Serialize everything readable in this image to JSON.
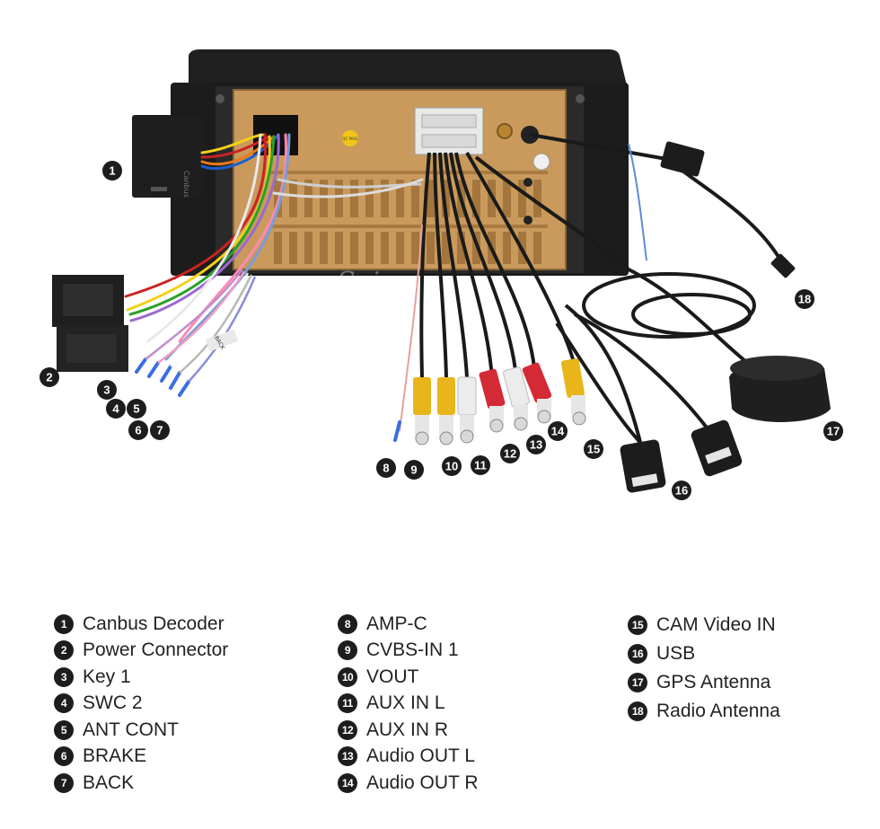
{
  "brand_watermark": "Seicane",
  "unit_labels": {
    "sticker": "QC PASS",
    "side_label": "Canbus"
  },
  "wire_tags": {
    "back": "BACK"
  },
  "callouts": [
    "1",
    "2",
    "3",
    "4",
    "5",
    "6",
    "7",
    "8",
    "9",
    "10",
    "11",
    "12",
    "13",
    "14",
    "15",
    "16",
    "17",
    "18"
  ],
  "legend": {
    "col1": [
      {
        "num": "1",
        "label": "Canbus Decoder"
      },
      {
        "num": "2",
        "label": "Power Connector"
      },
      {
        "num": "3",
        "label": "Key 1"
      },
      {
        "num": "4",
        "label": "SWC 2"
      },
      {
        "num": "5",
        "label": "ANT CONT"
      },
      {
        "num": "6",
        "label": "BRAKE"
      },
      {
        "num": "7",
        "label": "BACK"
      }
    ],
    "col2": [
      {
        "num": "8",
        "label": "AMP-C"
      },
      {
        "num": "9",
        "label": "CVBS-IN 1"
      },
      {
        "num": "10",
        "label": "VOUT"
      },
      {
        "num": "11",
        "label": "AUX IN L"
      },
      {
        "num": "12",
        "label": "AUX IN R"
      },
      {
        "num": "13",
        "label": "Audio OUT L"
      },
      {
        "num": "14",
        "label": "Audio OUT R"
      }
    ],
    "col3": [
      {
        "num": "15",
        "label": "CAM Video IN"
      },
      {
        "num": "16",
        "label": "USB"
      },
      {
        "num": "17",
        "label": "GPS Antenna"
      },
      {
        "num": "18",
        "label": "Radio Antenna"
      }
    ]
  },
  "colors": {
    "chassis": "#c99a5c",
    "frame": "#1c1c1c",
    "rca_yellow": "#e8b51a",
    "rca_red": "#d42a35",
    "rca_white": "#ececec",
    "badge": "#1d1d1d"
  }
}
